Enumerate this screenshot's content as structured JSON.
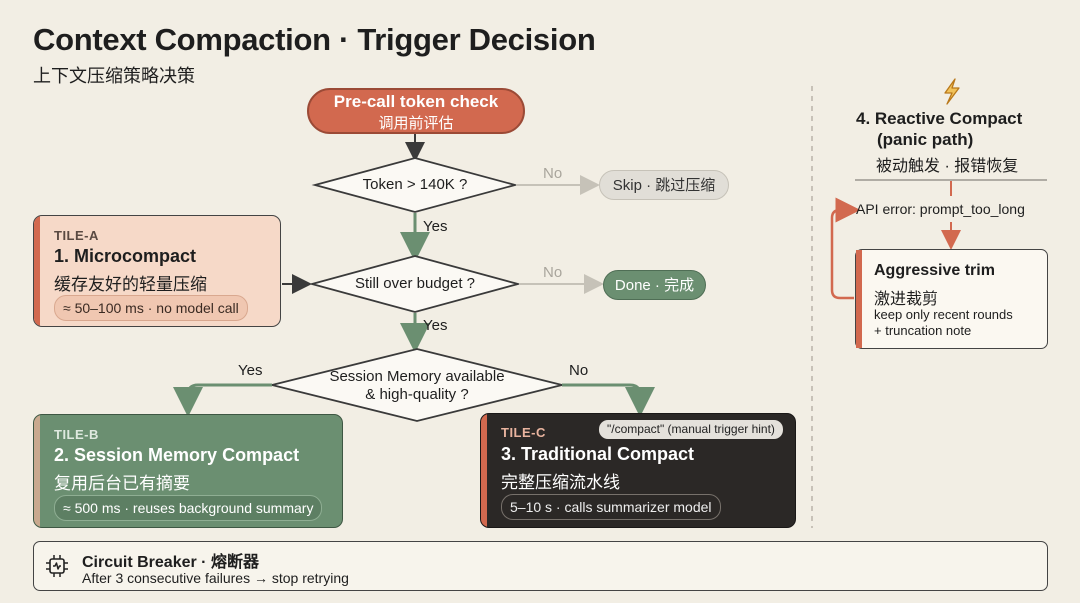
{
  "title": "Context Compaction · Trigger Decision",
  "subtitle": "上下文压缩策略决策",
  "precall": {
    "label": "Pre-call token check",
    "sublabel": "调用前评估"
  },
  "decisions": {
    "token": {
      "question": "Token > 140K ?",
      "no_label": "No",
      "yes_label": "Yes",
      "no_target": "Skip · 跳过压缩"
    },
    "budget": {
      "question": "Still over budget ?",
      "no_label": "No",
      "yes_label": "Yes",
      "no_target": "Done · 完成"
    },
    "session": {
      "question_line1": "Session Memory available",
      "question_line2": "& high-quality ?",
      "yes_label": "Yes",
      "no_label": "No"
    }
  },
  "tiles": {
    "a": {
      "tag": "TILE-A",
      "title": "1. Microcompact",
      "cn": "缓存友好的轻量压缩",
      "pill": "≈ 50–100 ms · no model call"
    },
    "b": {
      "tag": "TILE-B",
      "title": "2. Session Memory Compact",
      "cn": "复用后台已有摘要",
      "pill": "≈ 500 ms · reuses background summary"
    },
    "c": {
      "tag": "TILE-C",
      "title": "3. Traditional Compact",
      "cn": "完整压缩流水线",
      "pill": "5–10 s · calls summarizer model",
      "hint": "\"/compact\" (manual trigger hint)"
    }
  },
  "reactive": {
    "icon": "lightning-icon",
    "title_line1": "4. Reactive Compact",
    "title_line2": "(panic path)",
    "cn": "被动触发 · 报错恢复",
    "error": "API error: prompt_too_long",
    "trim_title": "Aggressive trim",
    "trim_cn": "激进裁剪",
    "trim_line1": "keep only recent rounds",
    "trim_line2": "+ truncation note"
  },
  "breaker": {
    "icon": "circuit-icon",
    "title": "Circuit Breaker · 熔断器",
    "desc": "After 3 consecutive failures → stop retrying"
  },
  "colors": {
    "background": "#f2eee4",
    "accent": "#d2694f",
    "green": "#6b8f71",
    "dark": "#2b2826",
    "peach": "#f6d9c8"
  }
}
